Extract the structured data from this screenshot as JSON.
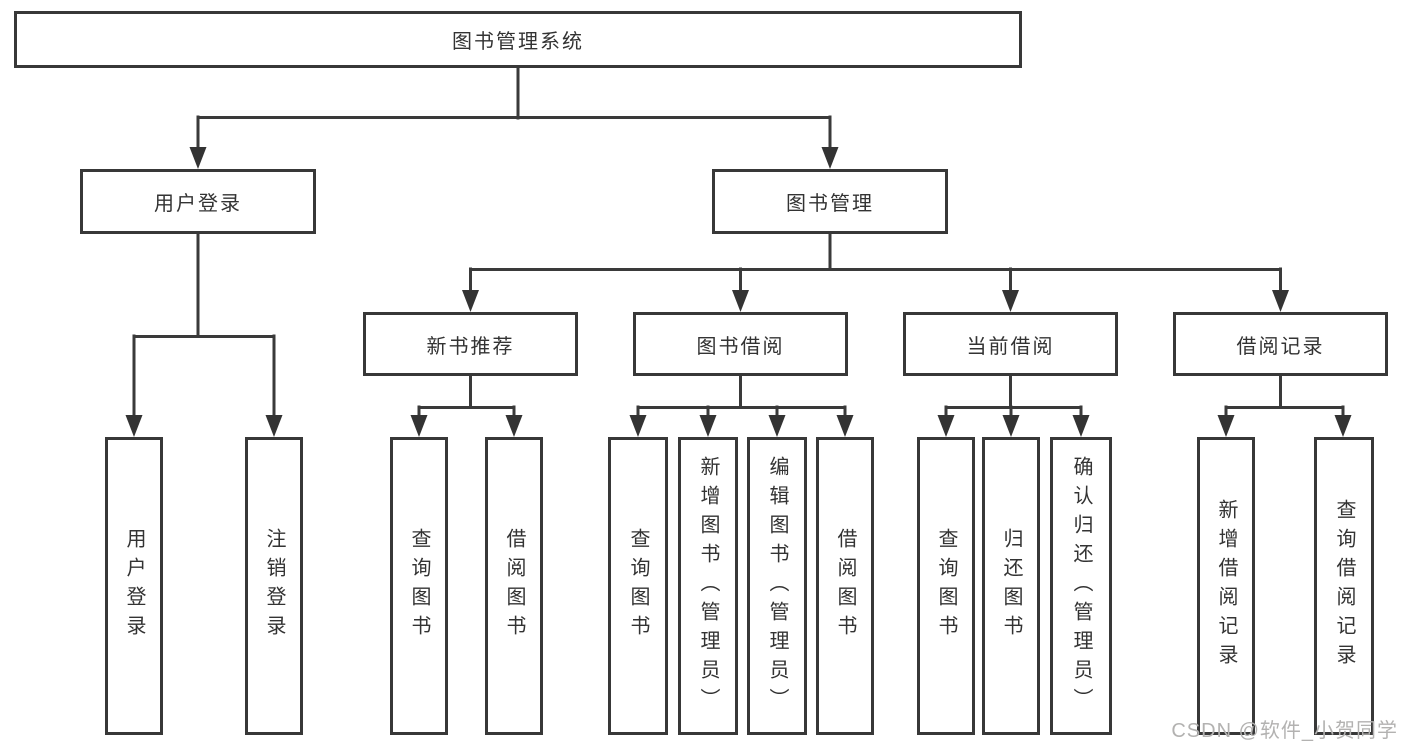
{
  "diagram": {
    "root": "图书管理系统",
    "level2": {
      "user": {
        "label": "用户登录",
        "children": [
          "用户登录",
          "注销登录"
        ]
      },
      "book": {
        "label": "图书管理"
      }
    },
    "level3": [
      {
        "label": "新书推荐",
        "children": [
          "查询图书",
          "借阅图书"
        ]
      },
      {
        "label": "图书借阅",
        "children": [
          "查询图书",
          "新增图书（管理员）",
          "编辑图书（管理员）",
          "借阅图书"
        ]
      },
      {
        "label": "当前借阅",
        "children": [
          "查询图书",
          "归还图书",
          "确认归还（管理员）"
        ]
      },
      {
        "label": "借阅记录",
        "children": [
          "新增借阅记录",
          "查询借阅记录"
        ]
      }
    ]
  },
  "watermark": "CSDN @软件_小贺同学",
  "colors": {
    "line": "#3a3a3a",
    "box_border": "#383838",
    "text": "#333333",
    "watermark": "#b3b2b1",
    "background": "#ffffff"
  }
}
